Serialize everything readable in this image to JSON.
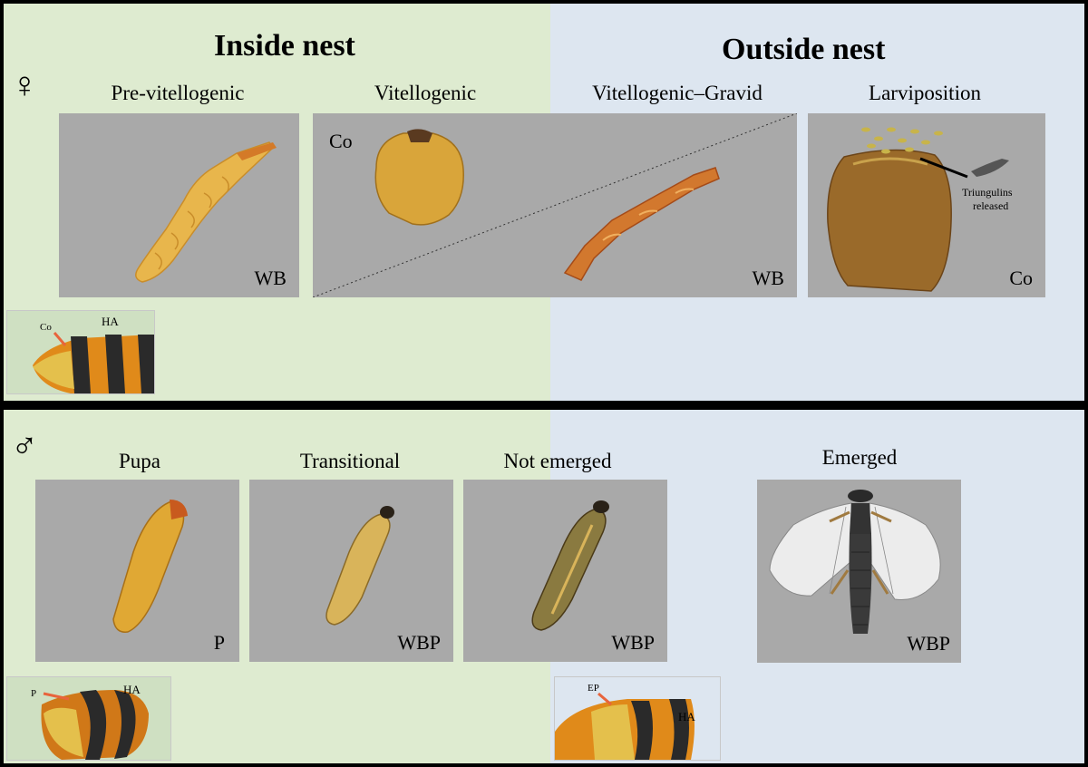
{
  "female": {
    "symbol": "♀",
    "inside_header": "Inside nest",
    "outside_header": "Outside nest",
    "stages": {
      "previtellogenic": "Pre-vitellogenic",
      "vitellogenic": "Vitellogenic",
      "vitellogenic_gravid": "Vitellogenic–Gravid",
      "larviposition": "Larviposition"
    },
    "codes": {
      "previtellogenic": "WB",
      "vitellogenic_tl": "Co",
      "vitellogenic_br": "WB",
      "larviposition": "Co"
    },
    "callout": [
      "Triungulins",
      "released"
    ],
    "inset": {
      "pointer": "Co",
      "label": "HA"
    }
  },
  "male": {
    "symbol": "♂",
    "stages": {
      "pupa": "Pupa",
      "transitional": "Transitional",
      "not_emerged": "Not emerged",
      "emerged": "Emerged"
    },
    "codes": {
      "pupa": "P",
      "transitional": "WBP",
      "not_emerged": "WBP",
      "emerged": "WBP"
    },
    "inset_left": {
      "pointer": "P",
      "label": "HA"
    },
    "inset_right": {
      "pointer": "EP",
      "label": "HA"
    }
  },
  "colors": {
    "inside_bg": "#deebd0",
    "outside_bg": "#dde6f0",
    "panel_bg": "#a9a9a9",
    "pointer": "#e8643c",
    "divider": "#000000"
  }
}
